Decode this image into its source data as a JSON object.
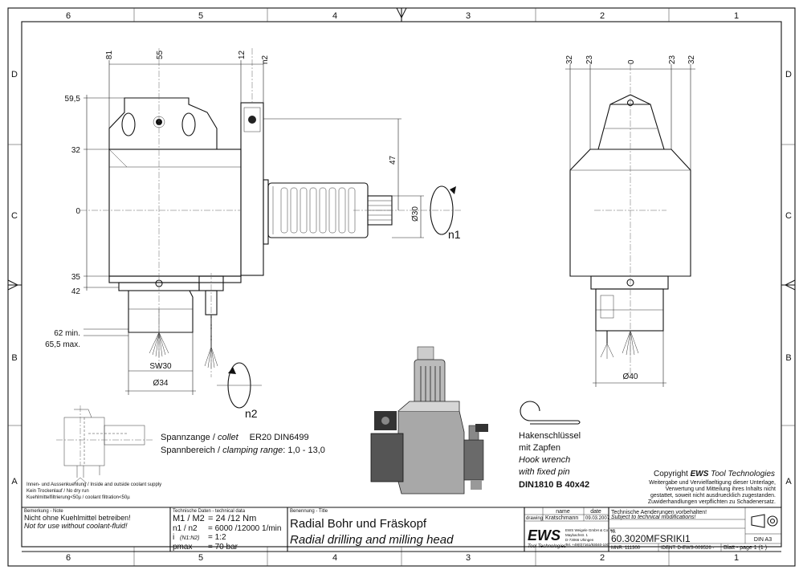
{
  "frame": {
    "col_labels": [
      "6",
      "5",
      "4",
      "3",
      "2",
      "1"
    ],
    "row_labels": [
      "D",
      "C",
      "B",
      "A"
    ]
  },
  "front_view": {
    "top_dims": [
      "81",
      "55",
      "12",
      "n2"
    ],
    "left_dims": [
      "59,5",
      "32",
      "0",
      "35",
      "42"
    ],
    "depth_dims": [
      "62 min.",
      "65,5 max."
    ],
    "vert_dim": "47",
    "shaft_dim": "Ø30",
    "n1": "n1",
    "n2": "n2",
    "sw": "SW30",
    "dia34": "Ø34"
  },
  "side_view": {
    "top_dims": [
      "32",
      "23",
      "0",
      "23",
      "32"
    ],
    "dia40": "Ø40"
  },
  "collet": {
    "line1_de": "Spannzange /",
    "line1_en": "collet",
    "line1_std": "ER20   DIN6499",
    "line2_de": "Spannbereich /",
    "line2_en": "clamping range",
    "line2_val": ": 1,0 - 13,0"
  },
  "coolant_notes": [
    "Innen- und Aussenkuehlung / Inside and outside coolant supply",
    "Kein Trockenlauf / No dry run",
    "Kuehlmittelfiltrierung<50µ / coolant filtration<50µ"
  ],
  "hook_wrench": {
    "de1": "Hakenschlüssel",
    "de2": "mit Zapfen",
    "en1": "Hook wrench",
    "en2": "with fixed pin",
    "std": "DIN1810  B  40x42"
  },
  "copyright": {
    "prefix": "Copyright",
    "brand": "EWS",
    "suffix": "Tool Technologies",
    "lines": [
      "Weitergabe und Vervielfaeltigung dieser Unterlage,",
      "Verwertung und Mitteilung ihres Inhalts nicht",
      "gestattet, soweit nicht ausdruecklich zugestanden.",
      "Zuwiderhandlungen verpflichten zu Schadenersatz."
    ]
  },
  "title_block": {
    "remark_label": "Bemerkung - Note",
    "remark_de": "Nicht ohne Kuehlmittel betreiben!",
    "remark_en": "Not for use without coolant-fluid!",
    "tech_label": "Technische Daten - technical data",
    "m_label": "M1 / M2",
    "m_value": "= 24  /12  Nm",
    "n_label": "n1 / n2",
    "n_value": "= 6000 /12000 1/min",
    "i_label": "i",
    "i_sub": "(N1:N2)",
    "i_value": "= 1:2",
    "p_label": "pmax",
    "p_value": "= 70  bar",
    "title_label": "Benennung - Title",
    "title_de": "Radial Bohr und Fräskopf",
    "title_en": "Radial drilling and milling head",
    "col_name": "name",
    "col_date": "date",
    "row_label": "drawing",
    "drawer": "Kratschmann",
    "date": "09.03.2007",
    "ews_logo": "EWS",
    "ews_sub": "Tool Technologies",
    "address": [
      "EWS Weigele GmbH & Co. KG",
      "Maybachstr. 1",
      "D-73066 Uhingen",
      "Tel. +49(0)7161/93040-100"
    ],
    "change_de": "Technische Aenderungen vorbehalten!",
    "change_en": "Subject to technical modifications!",
    "nr_label": "Nr.",
    "drawing_no": "60.3020MFSRIKI1",
    "format": "DIN A3",
    "mnr": "MNR: 111300",
    "ident": "IDENT: D-EWS-009526 -",
    "sheet": "Blatt - page  1 (1 )"
  }
}
